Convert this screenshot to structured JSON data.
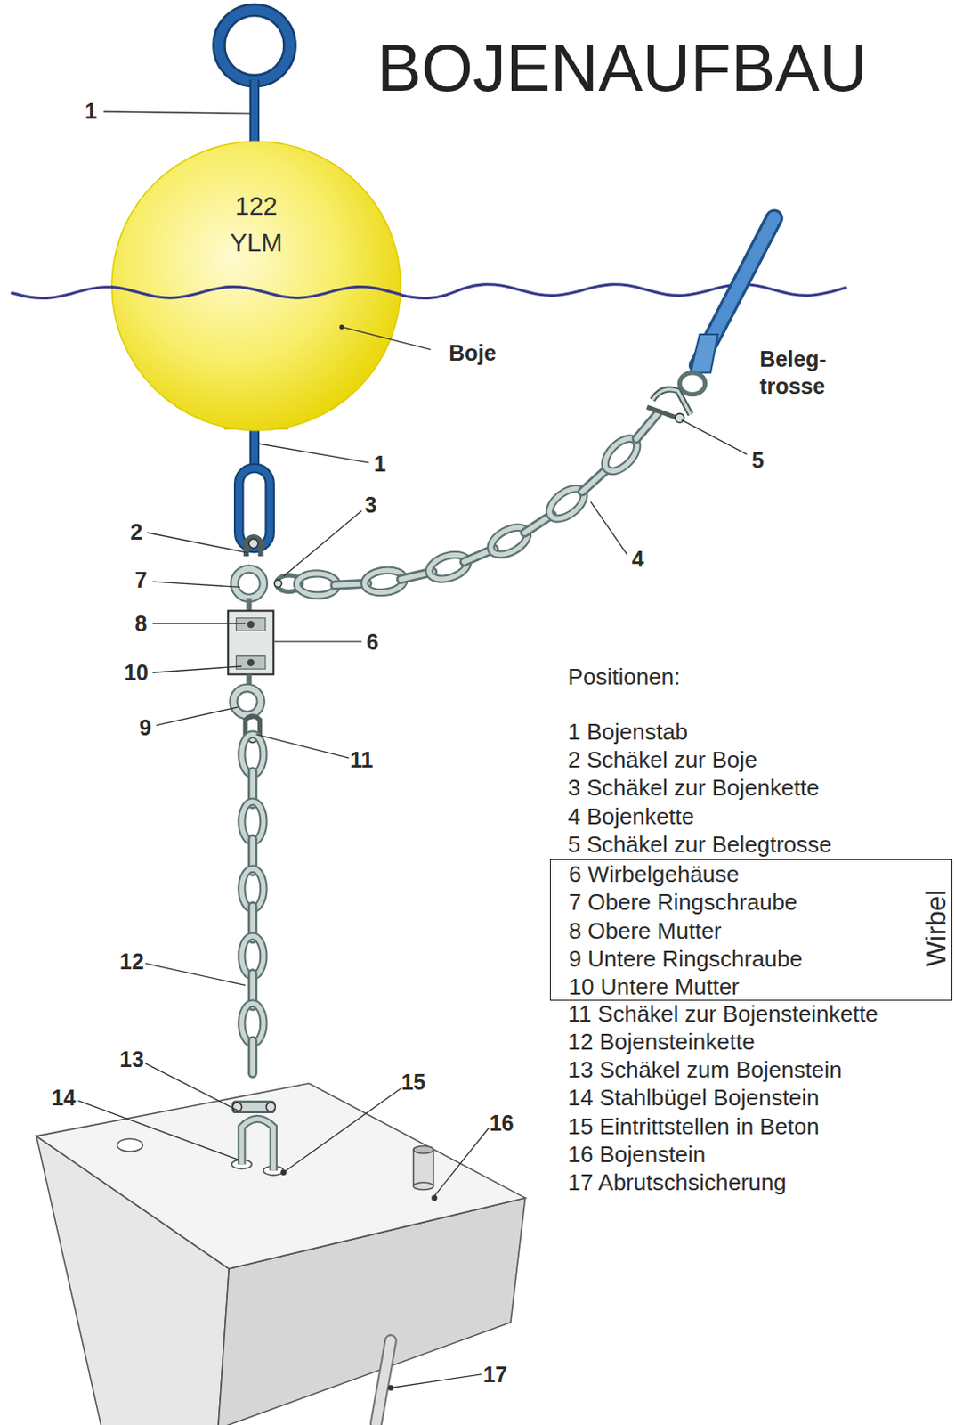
{
  "diagram": {
    "title": "BOJENAUFBAU",
    "nodes": [
      {
        "text": [
          "122 YLM"
        ]
      },
      {
        "text": [
          "6 Wirbelgehäuse",
          "7 Obere Ringschraube",
          "8 Obere Mutter",
          "9 Untere Ringschraube",
          "10 Untere Mutter",
          "Wirbel"
        ]
      }
    ],
    "labels": [
      "1",
      "1",
      "2",
      "3",
      "7",
      "8",
      "6",
      "10",
      "9",
      "11",
      "5",
      "4",
      "12",
      "13",
      "14",
      "15",
      "16",
      "17",
      "Boje",
      "Beleg- trosse",
      "Positionen:",
      "1 Bojenstab",
      "2 Schäkel zur Boje",
      "3 Schäkel zur Bojenkette",
      "4 Bojenkette",
      "5 Schäkel zur Belegtrosse",
      "11 Schäkel zur Bojensteinkette",
      "12 Bojensteinkette",
      "13 Schäkel zum Bojenstein",
      "14 Stahlbügel Bojenstein",
      "15 Eintrittstellen in Beton",
      "16 Bojenstein",
      "17 Abrutschsicherung"
    ]
  }
}
